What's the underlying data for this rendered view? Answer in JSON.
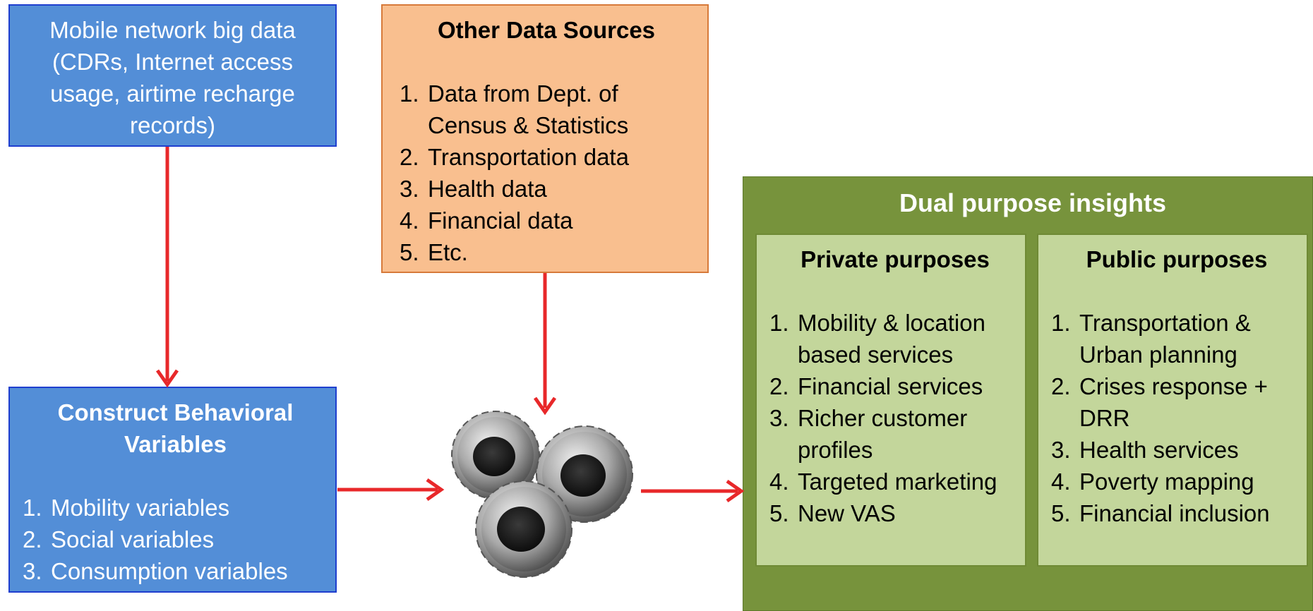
{
  "mobile_box": {
    "text": "Mobile network big data (CDRs, Internet access usage, airtime recharge records)"
  },
  "other_sources": {
    "title": "Other Data Sources",
    "items": [
      {
        "num": "1.",
        "text": "Data from Dept. of Census & Statistics"
      },
      {
        "num": "2.",
        "text": "Transportation data"
      },
      {
        "num": "3.",
        "text": "Health data"
      },
      {
        "num": "4.",
        "text": "Financial data"
      },
      {
        "num": "5.",
        "text": "Etc."
      }
    ]
  },
  "construct_box": {
    "title": "Construct Behavioral Variables",
    "items": [
      {
        "num": "1.",
        "text": "Mobility variables"
      },
      {
        "num": "2.",
        "text": "Social variables"
      },
      {
        "num": "3.",
        "text": "Consumption variables"
      }
    ]
  },
  "dual_box": {
    "title": "Dual purpose insights",
    "private": {
      "title": "Private purposes",
      "items": [
        {
          "num": "1.",
          "text": "Mobility & location based services"
        },
        {
          "num": "2.",
          "text": "Financial services"
        },
        {
          "num": "3.",
          "text": "Richer customer profiles"
        },
        {
          "num": "4.",
          "text": "Targeted marketing"
        },
        {
          "num": "5.",
          "text": "New VAS"
        }
      ]
    },
    "public": {
      "title": "Public purposes",
      "items": [
        {
          "num": "1.",
          "text": "Transportation & Urban planning"
        },
        {
          "num": "2.",
          "text": "Crises response + DRR"
        },
        {
          "num": "3.",
          "text": "Health services"
        },
        {
          "num": "4.",
          "text": "Poverty mapping"
        },
        {
          "num": "5.",
          "text": "Financial inclusion"
        }
      ]
    }
  },
  "colors": {
    "arrow": "#e8282a",
    "blue_box": "#538ed7",
    "orange_box": "#f9bf8f",
    "green_outer": "#77933c",
    "green_inner": "#c3d69b"
  },
  "icons": {
    "gears": "gears-icon"
  }
}
